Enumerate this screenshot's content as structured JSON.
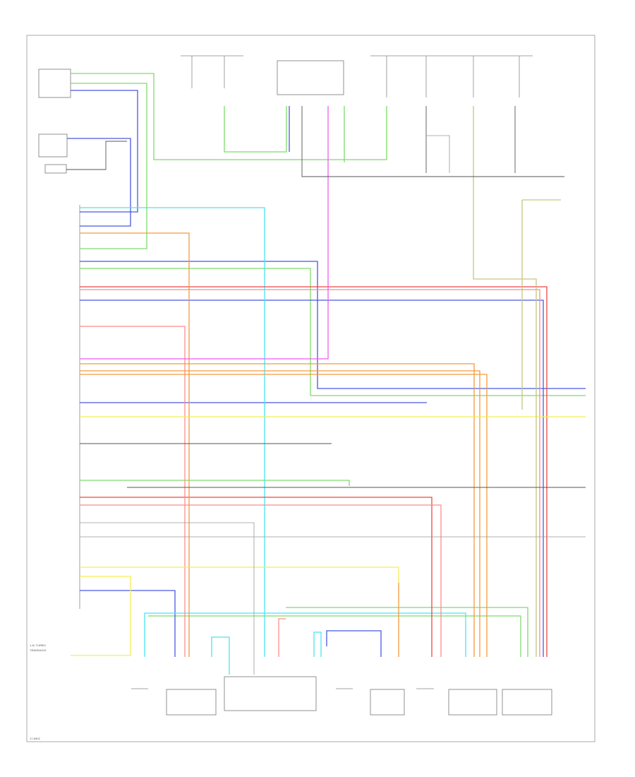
{
  "colors": {
    "green": "#7ddc6a",
    "blue": "#4b57e0",
    "cyan": "#49e4f2",
    "red": "#f04444",
    "pink": "#ff8b8b",
    "orange": "#f59a3c",
    "magenta": "#ef5cf0",
    "yellow": "#f3ef55",
    "olive": "#c6c680",
    "gray": "#555555"
  },
  "footer": {
    "code": "17-6902"
  },
  "footnote": {
    "line1": "1.4L TURBO",
    "line2": "TRANSAXLE"
  }
}
